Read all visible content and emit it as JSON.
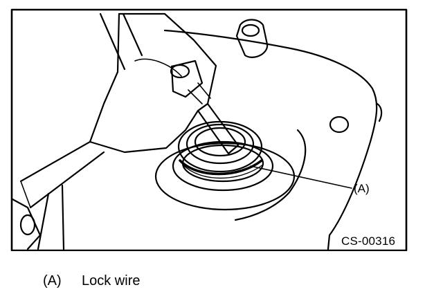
{
  "figure": {
    "code": "CS-00316",
    "callout_label": "(A)"
  },
  "legend": [
    {
      "label": "(A)",
      "text": "Lock wire"
    }
  ]
}
